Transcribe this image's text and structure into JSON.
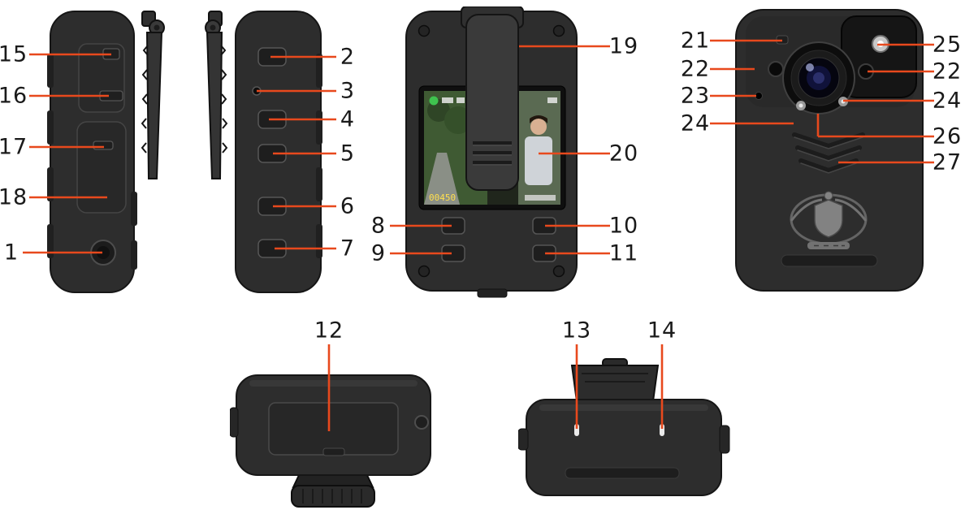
{
  "diagram": {
    "accent": "#e8491d",
    "background": "#ffffff",
    "device_color": "#2d2d2d"
  },
  "labels": {
    "1": "1",
    "2": "2",
    "3": "3",
    "4": "4",
    "5": "5",
    "6": "6",
    "7": "7",
    "8": "8",
    "9": "9",
    "10": "10",
    "11": "11",
    "12": "12",
    "13": "13",
    "14": "14",
    "15": "15",
    "16": "16",
    "17": "17",
    "18": "18",
    "19": "19",
    "20": "20",
    "21": "21",
    "22": "22",
    "23": "23",
    "24": "24",
    "25": "25",
    "26": "26",
    "27": "27"
  },
  "screen": {
    "counter": "00450",
    "counter_color": "#ffdf4d",
    "rec_dot_color": "#3fc24e"
  }
}
